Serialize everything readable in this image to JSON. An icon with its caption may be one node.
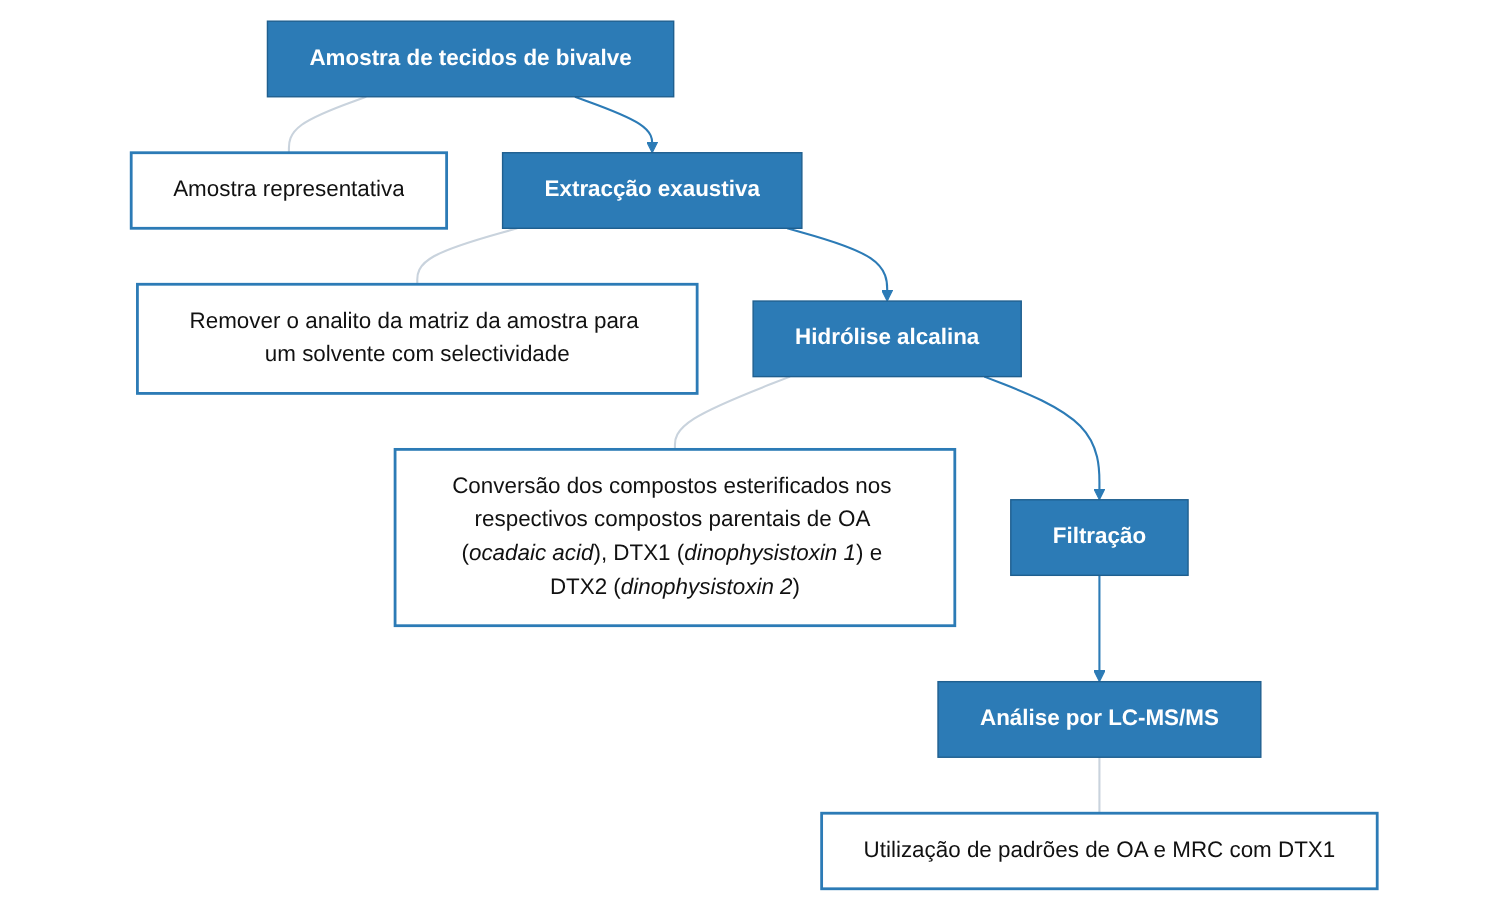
{
  "diagram": {
    "nodes": [
      {
        "text": [
          "Amostra de tecidos de bivalve"
        ]
      },
      {
        "text": [
          "Amostra representativa"
        ]
      },
      {
        "text": [
          "Extracção exaustiva"
        ]
      },
      {
        "text": [
          "Remover o analito da matriz da amostra para um solvente com selectividade"
        ]
      },
      {
        "text": [
          "Hidrólise alcalina"
        ]
      },
      {
        "text": [
          "Conversão dos compostos esterificados nos respectivos compostos parentais de OA (*ocadaic acid*), DTX1 (*dinophysistoxin 1*) e DTX2 (*dinophysistoxin 2*)"
        ]
      },
      {
        "text": [
          "Filtração"
        ]
      },
      {
        "text": [
          "Análise por LC-MS/MS"
        ]
      },
      {
        "text": [
          "Utilização de padrões de OA e MRC com DTX1"
        ]
      }
    ],
    "edges": [
      {
        "from": 0,
        "to": 2,
        "arrow": "to"
      },
      {
        "from": 0,
        "to": 1,
        "arrow": "none",
        "color": "#c9d3dd"
      },
      {
        "from": 2,
        "to": 4,
        "arrow": "to"
      },
      {
        "from": 2,
        "to": 3,
        "arrow": "none",
        "color": "#c9d3dd"
      },
      {
        "from": 4,
        "to": 6,
        "arrow": "to"
      },
      {
        "from": 4,
        "to": 5,
        "arrow": "none",
        "color": "#c9d3dd"
      },
      {
        "from": 6,
        "to": 7,
        "arrow": "to"
      },
      {
        "from": 7,
        "to": 8,
        "arrow": "none",
        "color": "#c9d3dd"
      }
    ]
  }
}
